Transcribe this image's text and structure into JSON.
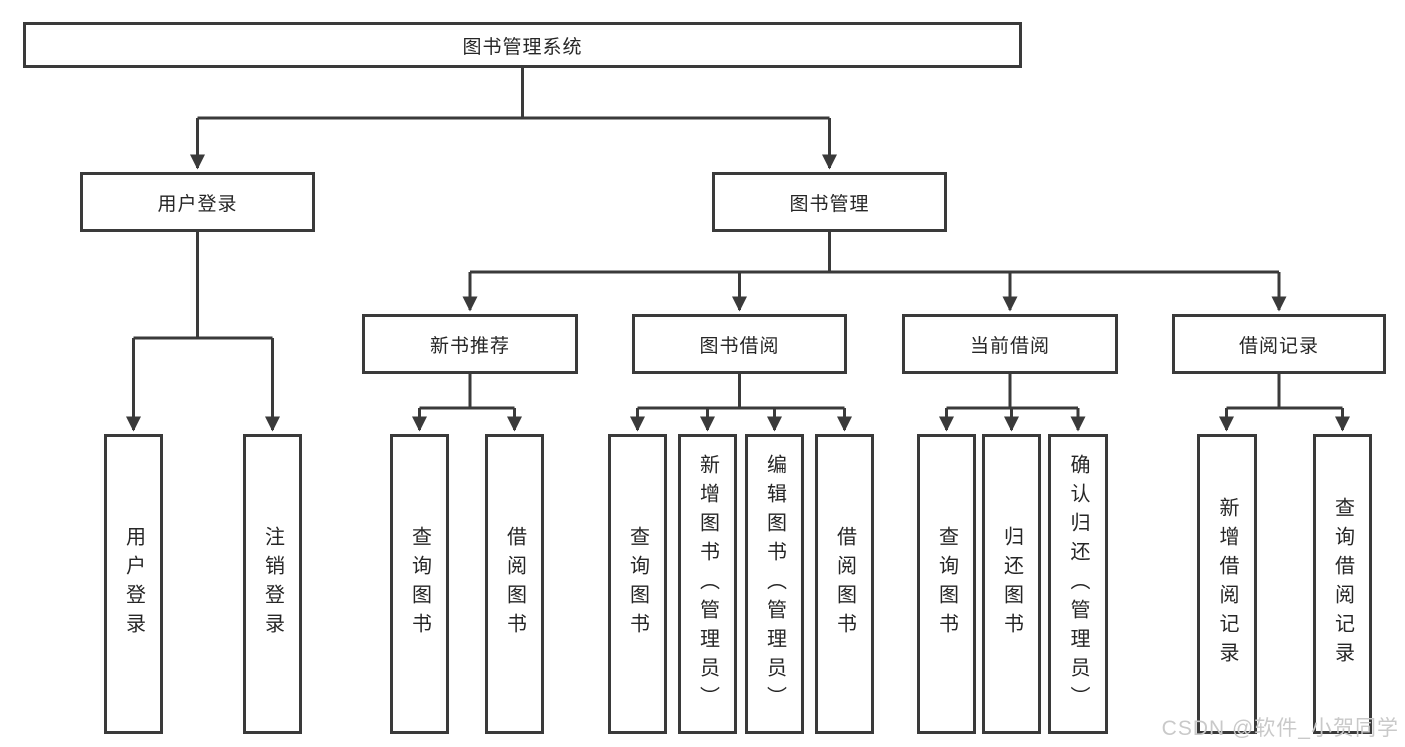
{
  "diagram_title": "图书管理系统",
  "tree": {
    "root": {
      "label": "图书管理系统"
    },
    "level2": [
      {
        "id": "user-login",
        "label": "用户登录"
      },
      {
        "id": "book-management",
        "label": "图书管理"
      }
    ],
    "level3": [
      {
        "id": "new-book-recommend",
        "label": "新书推荐",
        "parent": "图书管理"
      },
      {
        "id": "book-borrowing",
        "label": "图书借阅",
        "parent": "图书管理"
      },
      {
        "id": "current-borrowing",
        "label": "当前借阅",
        "parent": "图书管理"
      },
      {
        "id": "borrowing-records",
        "label": "借阅记录",
        "parent": "图书管理"
      }
    ],
    "leaves": [
      {
        "group": "用户登录",
        "label": "用户登录"
      },
      {
        "group": "用户登录",
        "label": "注销登录"
      },
      {
        "group": "新书推荐",
        "label": "查询图书"
      },
      {
        "group": "新书推荐",
        "label": "借阅图书"
      },
      {
        "group": "图书借阅",
        "label": "查询图书"
      },
      {
        "group": "图书借阅",
        "label": "新增图书（管理员）"
      },
      {
        "group": "图书借阅",
        "label": "编辑图书（管理员）"
      },
      {
        "group": "图书借阅",
        "label": "借阅图书"
      },
      {
        "group": "当前借阅",
        "label": "查询图书"
      },
      {
        "group": "当前借阅",
        "label": "归还图书"
      },
      {
        "group": "当前借阅",
        "label": "确认归还（管理员）"
      },
      {
        "group": "借阅记录",
        "label": "新增借阅记录"
      },
      {
        "group": "借阅记录",
        "label": "查询借阅记录"
      }
    ]
  },
  "watermark": "CSDN @软件_小贺同学",
  "colors": {
    "line": "#3a3a3a",
    "box_border": "#3a3a3a",
    "box_fill": "#ffffff",
    "text": "#262626",
    "watermark": "#c9c9c9"
  }
}
